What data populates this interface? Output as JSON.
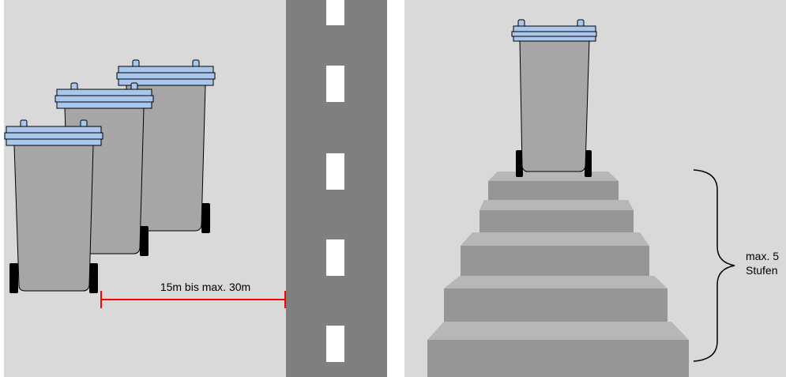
{
  "left_panel": {
    "distance_label": "15m bis max. 30m"
  },
  "right_panel": {
    "steps_label_line1": "max. 5",
    "steps_label_line2": "Stufen"
  },
  "colors": {
    "background": "#d9d9d9",
    "bin_body": "#a6a6a6",
    "bin_lid": "#a9c7ec",
    "road": "#7f7f7f",
    "road_marking": "#ffffff",
    "measure_line": "#ff0000",
    "step_riser": "#969696",
    "step_tread": "#b7b7b7"
  },
  "icons": [
    "wheelie-bin-icon",
    "road-icon",
    "staircase-icon",
    "curly-brace-icon"
  ]
}
